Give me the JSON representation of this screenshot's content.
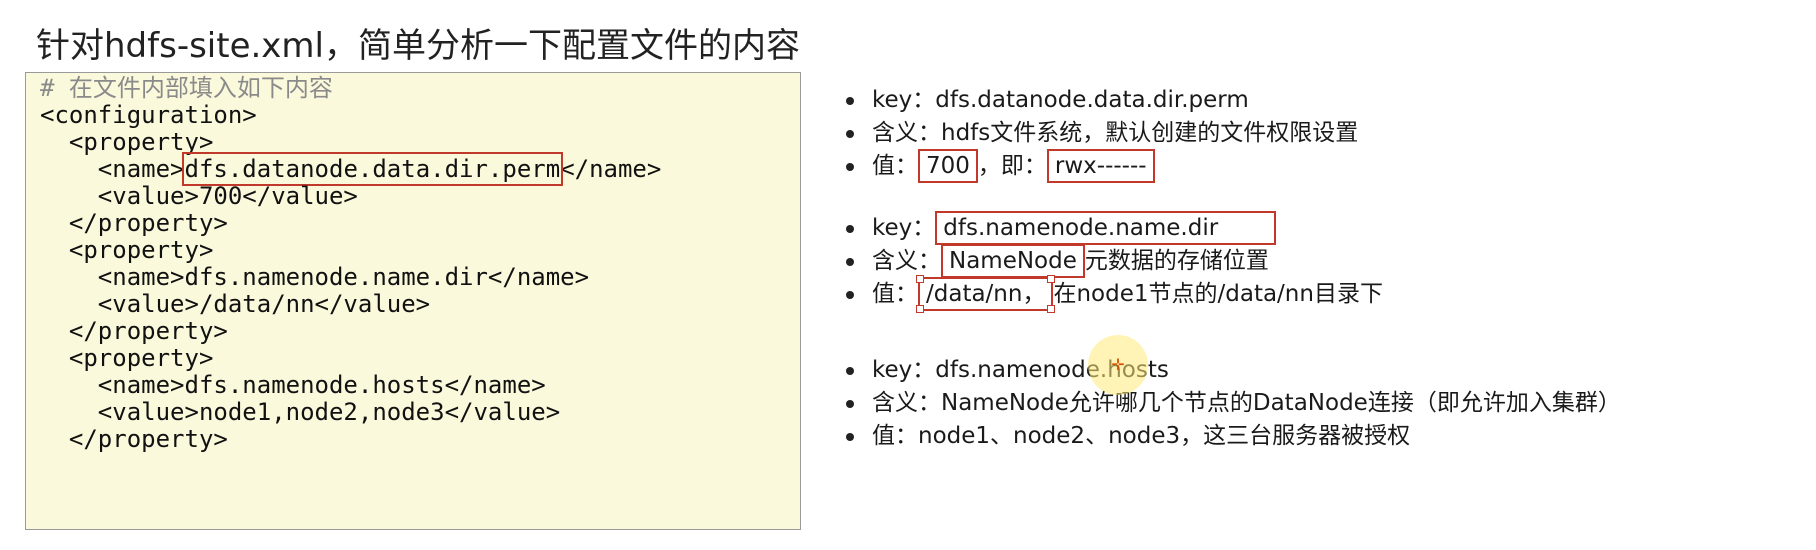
{
  "title": "针对hdfs-site.xml，简单分析一下配置文件的内容",
  "code_lines": [
    "# 在文件内部填入如下内容",
    "<configuration>",
    "  <property>",
    "    <name>dfs.datanode.data.dir.perm</name>",
    "    <value>700</value>",
    "  </property>",
    "  <property>",
    "    <name>dfs.namenode.name.dir</name>",
    "    <value>/data/nn</value>",
    "  </property>",
    "  <property>",
    "    <name>dfs.namenode.hosts</name>",
    "    <value>node1,node2,node3</value>",
    "  </property>"
  ],
  "code_parts": {
    "name_open": "    <name>",
    "perm_value": "dfs.datanode.data.dir.perm",
    "name_close": "</name>"
  },
  "notes": {
    "key1": "key：dfs.datanode.data.dir.perm",
    "meaning1": "含义：hdfs文件系统，默认创建的文件权限设置",
    "value1_prefix": "值：",
    "value1_num": "700",
    "value1_mid": "，即：",
    "value1_perm": "rwx------",
    "key2_prefix": "key：",
    "key2_value": "dfs.namenode.name.dir",
    "meaning2_prefix": "含义：",
    "meaning2_box": "NameNode",
    "meaning2_suffix": "元数据的存储位置",
    "value2_prefix": "值：",
    "value2_box": "/data/nn，",
    "value2_suffix": "在node1节点的/data/nn目录下",
    "key3": "key：dfs.namenode.hosts",
    "meaning3": "含义：NameNode允许哪几个节点的DataNode连接（即允许加入集群）",
    "value3": "值：node1、node2、node3，这三台服务器被授权"
  }
}
